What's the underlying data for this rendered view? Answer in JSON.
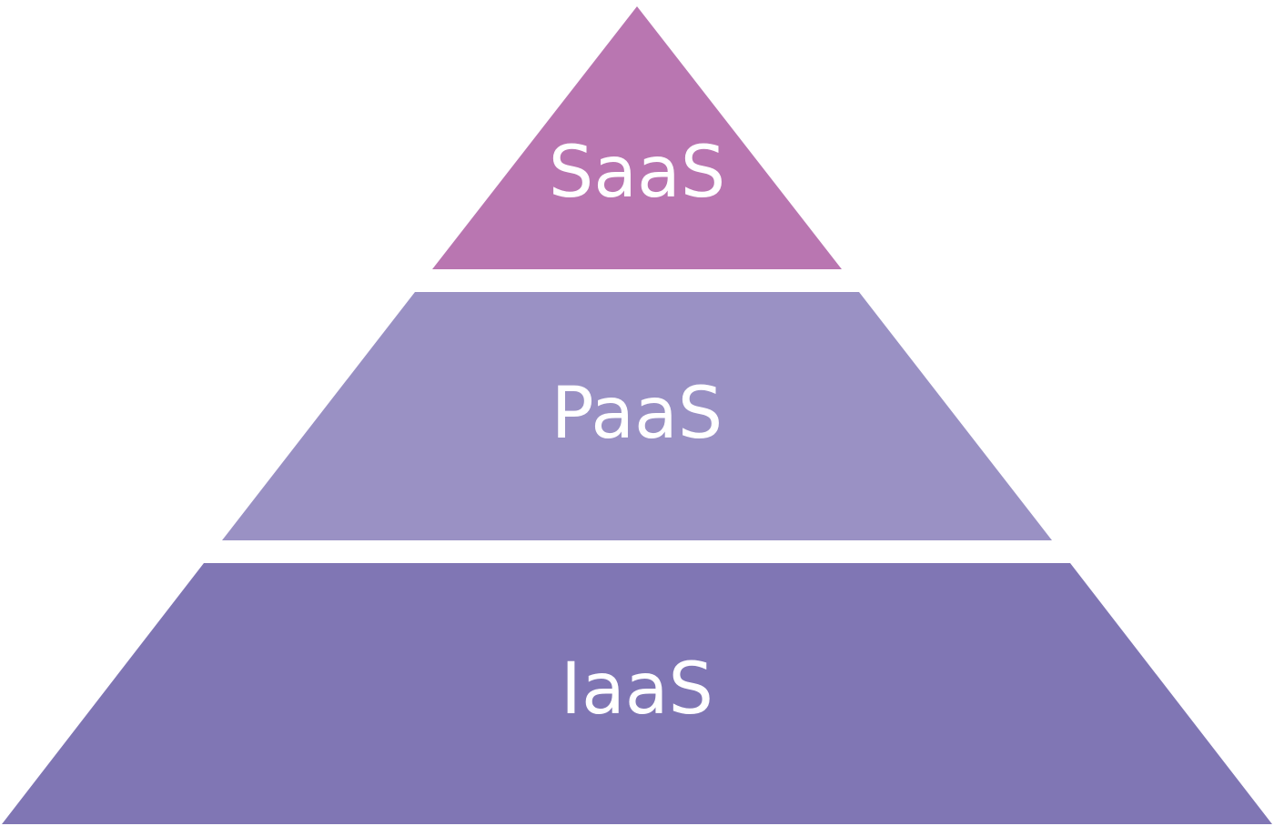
{
  "diagram": {
    "type": "pyramid",
    "tiers": [
      {
        "label": "SaaS",
        "color": "#B976B1"
      },
      {
        "label": "PaaS",
        "color": "#9A91C4"
      },
      {
        "label": "IaaS",
        "color": "#8076B4"
      }
    ]
  }
}
